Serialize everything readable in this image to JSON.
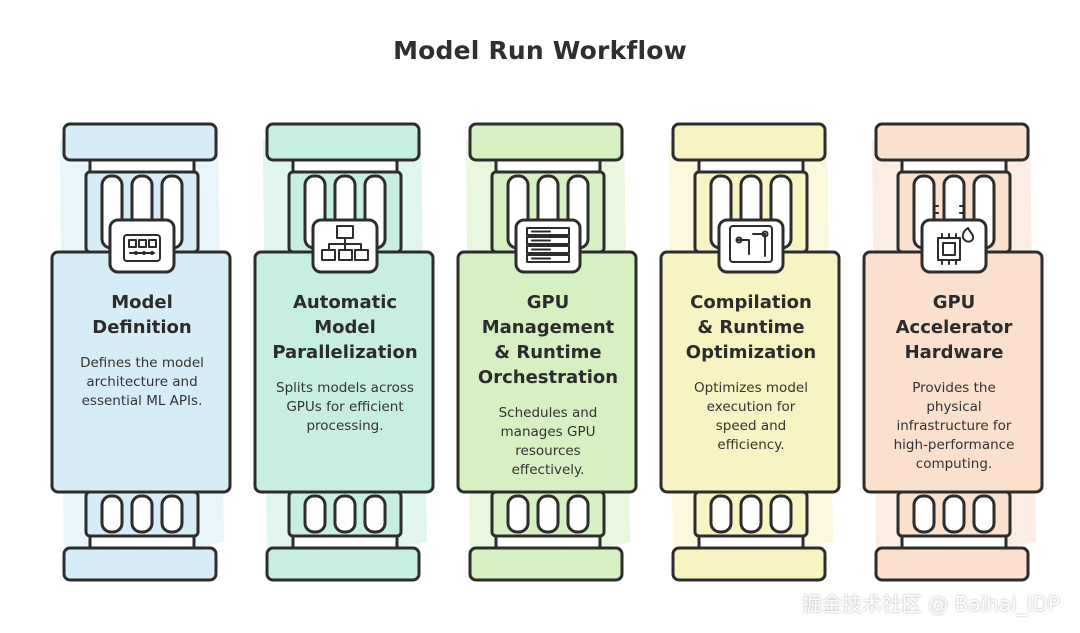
{
  "diagram": {
    "title": "Model Run Workflow",
    "pillars": [
      {
        "title_lines": [
          "Model",
          "Definition"
        ],
        "desc_lines": [
          "Defines the model",
          "architecture and",
          "essential ML APIs."
        ],
        "color": "#d6ecf7",
        "icon": "model-icon"
      },
      {
        "title_lines": [
          "Automatic",
          "Model",
          "Parallelization"
        ],
        "desc_lines": [
          "Splits models across",
          "GPUs for efficient",
          "processing."
        ],
        "color": "#c7efe0",
        "icon": "network-icon"
      },
      {
        "title_lines": [
          "GPU",
          "Management",
          "& Runtime",
          "Orchestration"
        ],
        "desc_lines": [
          "Schedules and",
          "manages GPU",
          "resources",
          "effectively."
        ],
        "color": "#d6f0c2",
        "icon": "server-stack-icon"
      },
      {
        "title_lines": [
          "Compilation",
          "& Runtime",
          "Optimization"
        ],
        "desc_lines": [
          "Optimizes model",
          "execution for",
          "speed and",
          "efficiency."
        ],
        "color": "#f7f3c2",
        "icon": "pipeline-icon"
      },
      {
        "title_lines": [
          "GPU",
          "Accelerator",
          "Hardware"
        ],
        "desc_lines": [
          "Provides the",
          "physical",
          "infrastructure for",
          "high-performance",
          "computing."
        ],
        "color": "#fae0cd",
        "icon": "chip-fire-icon"
      }
    ]
  },
  "watermark": "掘金技术社区 @ Baihai_IDP"
}
